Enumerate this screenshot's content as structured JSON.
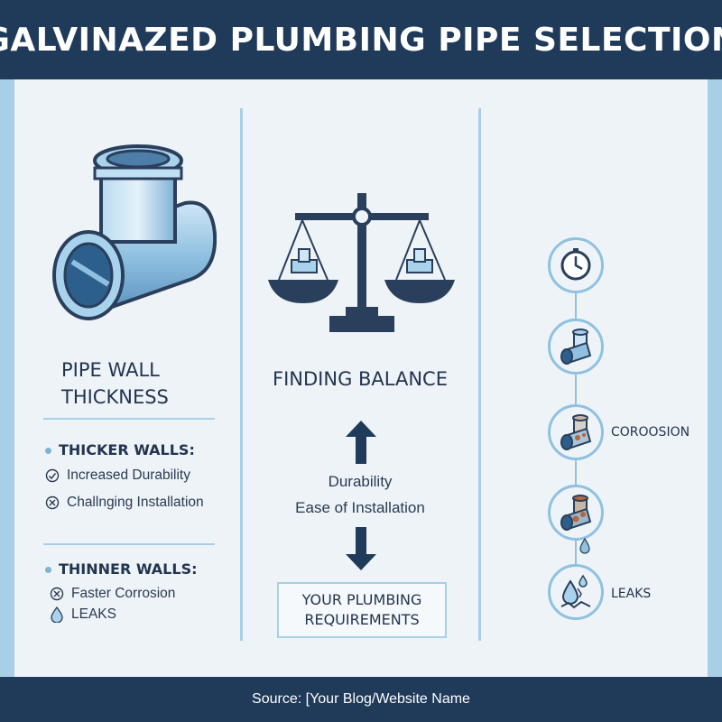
{
  "header": {
    "title": "GALVINAZED PLUMBING PIPE SELECTION"
  },
  "left": {
    "heading_line1": "PIPE WALL",
    "heading_line2": "THICKNESS",
    "thicker": {
      "label": "THICKER WALLS:",
      "items": [
        {
          "icon": "check-circle-icon",
          "text": "Increased Durability"
        },
        {
          "icon": "x-circle-icon",
          "text": "Challnging Installation"
        }
      ]
    },
    "thinner": {
      "label": "THINNER WALLS:",
      "items": [
        {
          "icon": "x-circle-icon",
          "text": "Faster Corrosion"
        },
        {
          "icon": "water-drop-icon",
          "text": "LEAKS"
        }
      ]
    }
  },
  "middle": {
    "heading": "FINDING BALANCE",
    "line1": "Durability",
    "line2": "Ease of Installation",
    "requirements_line1": "YOUR PLUMBING",
    "requirements_line2": "REQUIREMENTS"
  },
  "right": {
    "timeline": [
      {
        "icon": "clock-icon",
        "label": ""
      },
      {
        "icon": "clean-pipe-icon",
        "label": ""
      },
      {
        "icon": "corroding-pipe-icon",
        "label": "COROOSION"
      },
      {
        "icon": "rusted-pipe-icon",
        "label": ""
      },
      {
        "icon": "leak-icon",
        "label": "LEAKS"
      }
    ]
  },
  "footer": {
    "source": "Source: [Your Blog/Website Name"
  },
  "colors": {
    "navy": "#203a5a",
    "accent": "#a9cfe6",
    "panel": "#eef3f8",
    "rust": "#b5683a"
  }
}
